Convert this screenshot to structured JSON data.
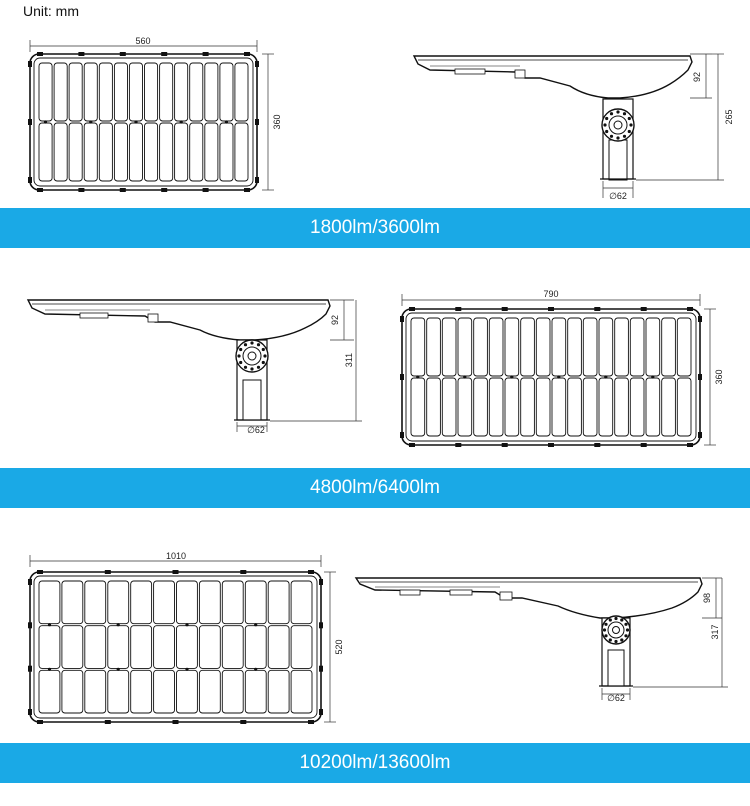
{
  "unit_label": "Unit: mm",
  "colors": {
    "band": "#1aa9e6",
    "line": "#111111",
    "dim": "#333333"
  },
  "sections": [
    {
      "band_label": "1800lm/3600lm",
      "panel": {
        "width_label": "560",
        "height_label": "360",
        "cols": 14,
        "rows": 2
      },
      "side": {
        "height_label": "92",
        "total_label": "265",
        "pole_label": "∅62"
      }
    },
    {
      "band_label": "4800lm/6400lm",
      "panel": {
        "width_label": "790",
        "height_label": "360",
        "cols": 18,
        "rows": 2
      },
      "side": {
        "height_label": "92",
        "total_label": "311",
        "pole_label": "∅62"
      }
    },
    {
      "band_label": "10200lm/13600lm",
      "panel": {
        "width_label": "1010",
        "height_label": "520",
        "cols": 12,
        "rows": 3
      },
      "side": {
        "height_label": "98",
        "total_label": "317",
        "pole_label": "∅62"
      }
    }
  ]
}
